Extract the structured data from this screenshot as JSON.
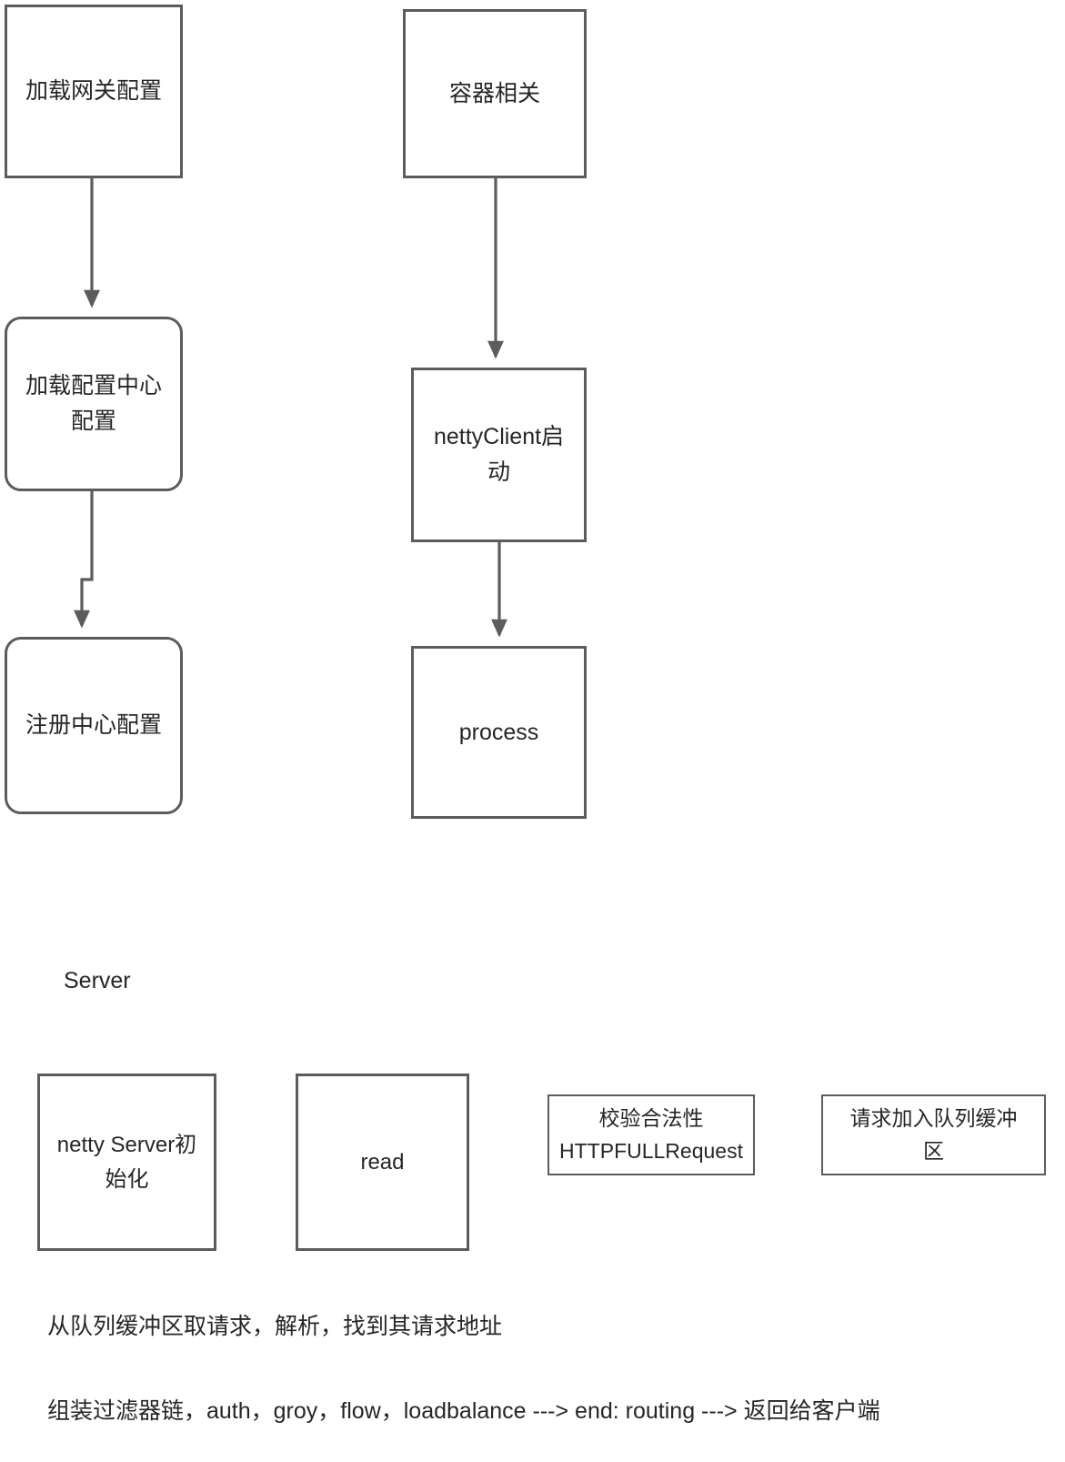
{
  "diagram": {
    "type": "flowchart",
    "title": "",
    "stroke_color": "#5c5c5c",
    "text_color": "#262626",
    "background": "#ffffff",
    "nodes": [
      {
        "id": "load-gateway",
        "label": "加载网关配置",
        "shape": "rectangle",
        "column": "left",
        "order": 1
      },
      {
        "id": "load-config-ctr",
        "label": "加载配置中心\n配置",
        "shape": "rounded-rectangle",
        "column": "left",
        "order": 2
      },
      {
        "id": "register-center",
        "label": "注册中心配置",
        "shape": "rounded-rectangle",
        "column": "left",
        "order": 3
      },
      {
        "id": "container",
        "label": "容器相关",
        "shape": "rectangle",
        "column": "middle",
        "order": 1
      },
      {
        "id": "netty-client",
        "label": "nettyClient启\n动",
        "shape": "rectangle",
        "column": "middle",
        "order": 2
      },
      {
        "id": "process",
        "label": "process",
        "shape": "rectangle",
        "column": "middle",
        "order": 3
      },
      {
        "id": "netty-server-init",
        "label": "netty Server初\n始化",
        "shape": "rectangle",
        "column": "server",
        "order": 1
      },
      {
        "id": "read",
        "label": "read",
        "shape": "rectangle",
        "column": "server",
        "order": 2
      },
      {
        "id": "validate",
        "label": "校验合法性\nHTTPFULLRequest",
        "shape": "rectangle",
        "column": "server",
        "order": 3
      },
      {
        "id": "enqueue",
        "label": "请求加入队列缓冲\n区",
        "shape": "rectangle",
        "column": "server",
        "order": 4
      }
    ],
    "edges": [
      {
        "from": "load-gateway",
        "to": "load-config-ctr",
        "style": "straight-arrow"
      },
      {
        "from": "load-config-ctr",
        "to": "register-center",
        "style": "stepped-arrow"
      },
      {
        "from": "container",
        "to": "netty-client",
        "style": "straight-arrow"
      },
      {
        "from": "netty-client",
        "to": "process",
        "style": "straight-arrow"
      }
    ],
    "section_labels": {
      "server": "Server"
    },
    "notes": [
      "从队列缓冲区取请求，解析，找到其请求地址",
      "组装过滤器链，auth，groy，flow，loadbalance ---> end: routing ---> 返回给客户端"
    ]
  }
}
